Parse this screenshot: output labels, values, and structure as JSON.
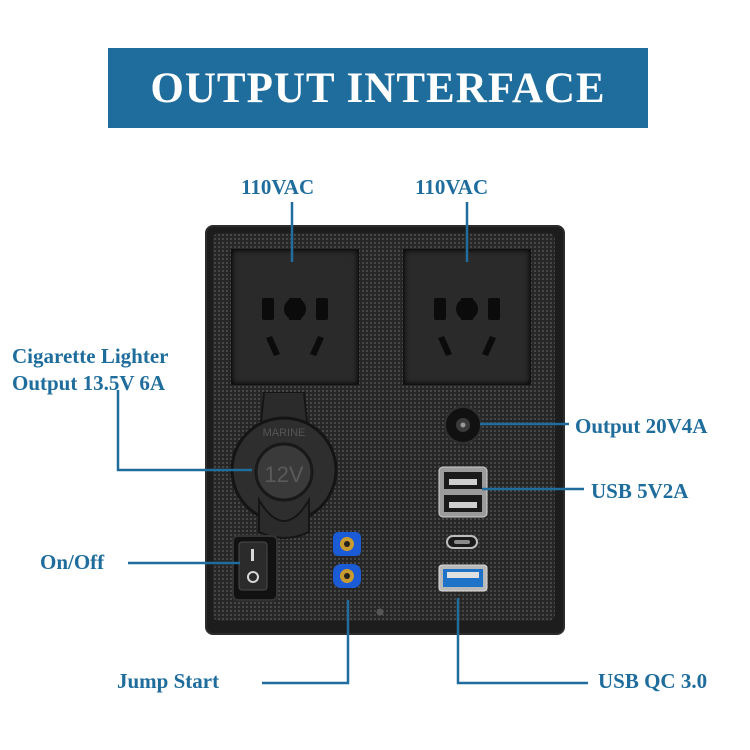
{
  "banner": {
    "title": "OUTPUT INTERFACE"
  },
  "labels": {
    "ac_left": "110VAC",
    "ac_right": "110VAC",
    "cigarette_line1": "Cigarette Lighter",
    "cigarette_line2": "Output 13.5V 6A",
    "on_off": "On/Off",
    "jump_start": "Jump Start",
    "dc_output": "Output 20V4A",
    "usb_5v": "USB 5V2A",
    "usb_qc": "USB QC 3.0"
  },
  "device": {
    "socket_cap_text": "MARINE",
    "socket_text": "12V"
  },
  "colors": {
    "accent": "#1f6d9c",
    "panel": "#1d1d1d",
    "usb_qc": "#1e73c8",
    "jump_connector": "#1c5bd6"
  }
}
